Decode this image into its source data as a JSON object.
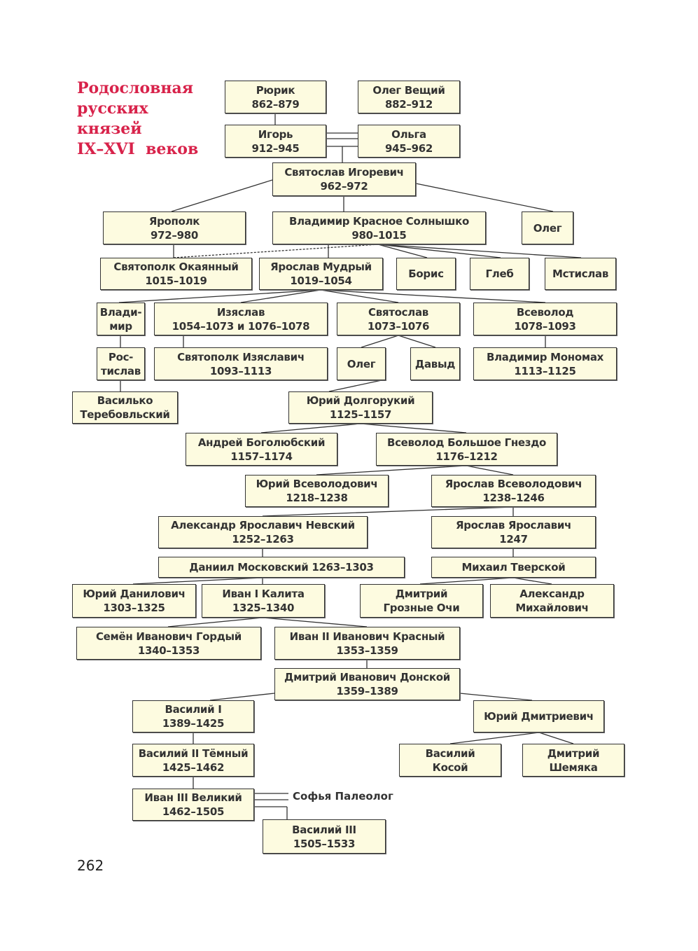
{
  "title": [
    "Родословная",
    "русских",
    "князей",
    "IX–XVI  веков"
  ],
  "page_number": "262",
  "spouse_label": "Софья Палеолог",
  "colors": {
    "title": "#d8224a",
    "box_fill": "#fdfbe0",
    "line": "#333333"
  },
  "people": {
    "rurik": [
      "Рюрик",
      "862–879"
    ],
    "oleg_veshchiy": [
      "Олег Вещий",
      "882–912"
    ],
    "igor": [
      "Игорь",
      "912–945"
    ],
    "olga": [
      "Ольга",
      "945–962"
    ],
    "svyatoslav": [
      "Святослав Игоревич",
      "962–972"
    ],
    "yaropolk": [
      "Ярополк",
      "972–980"
    ],
    "vladimir": [
      "Владимир Красное Солнышко",
      "980–1015"
    ],
    "oleg1": [
      "Олег"
    ],
    "svyatopolk": [
      "Святополк Окаянный",
      "1015–1019"
    ],
    "yaroslav": [
      "Ярослав Мудрый",
      "1019–1054"
    ],
    "boris": [
      "Борис"
    ],
    "gleb": [
      "Глеб"
    ],
    "mstislav": [
      "Мстислав"
    ],
    "vladimir2": [
      "Влади-",
      "мир"
    ],
    "izyaslav": [
      "Изяслав",
      "1054–1073 и 1076–1078"
    ],
    "svyatoslav2": [
      "Святослав",
      "1073–1076"
    ],
    "vsevolod": [
      "Всеволод",
      "1078–1093"
    ],
    "rostislav": [
      "Рос-",
      "тислав"
    ],
    "svyatopolk_iz": [
      "Святополк Изяславич",
      "1093–1113"
    ],
    "oleg2": [
      "Олег"
    ],
    "david": [
      "Давыд"
    ],
    "monomakh": [
      "Владимир Мономах",
      "1113–1125"
    ],
    "vasilko": [
      "Василько",
      "Теребовльский"
    ],
    "yuri_d": [
      "Юрий Долгорукий",
      "1125–1157"
    ],
    "andrey": [
      "Андрей Боголюбский",
      "1157–1174"
    ],
    "vsevolod_bg": [
      "Всеволод Большое Гнездо",
      "1176–1212"
    ],
    "yuri_vs": [
      "Юрий Всеволодович",
      "1218–1238"
    ],
    "yaroslav_vs": [
      "Ярослав Всеволодович",
      "1238–1246"
    ],
    "alexander_n": [
      "Александр Ярославич Невский",
      "1252–1263"
    ],
    "yaroslav_ya": [
      "Ярослав Ярославич",
      "1247"
    ],
    "daniil": [
      "Даниил Московский 1263–1303"
    ],
    "mikhail": [
      "Михаил Тверской"
    ],
    "yuri_dan": [
      "Юрий Данилович",
      "1303–1325"
    ],
    "ivan1": [
      "Иван I Калита",
      "1325–1340"
    ],
    "dmitry_g": [
      "Дмитрий",
      "Грозные Очи"
    ],
    "alexander_m": [
      "Александр",
      "Михайлович"
    ],
    "semen": [
      "Семён Иванович Гордый",
      "1340–1353"
    ],
    "ivan2": [
      "Иван II Иванович Красный",
      "1353–1359"
    ],
    "dmitry_d": [
      "Дмитрий Иванович Донской",
      "1359–1389"
    ],
    "vasily1": [
      "Василий I",
      "1389–1425"
    ],
    "yuri_dm": [
      "Юрий Дмитриевич"
    ],
    "vasily2": [
      "Василий II Тёмный",
      "1425–1462"
    ],
    "vasily_k": [
      "Василий",
      "Косой"
    ],
    "dmitry_sh": [
      "Дмитрий",
      "Шемяка"
    ],
    "ivan3": [
      "Иван III Великий",
      "1462–1505"
    ],
    "vasily3": [
      "Василий III",
      "1505–1533"
    ]
  }
}
